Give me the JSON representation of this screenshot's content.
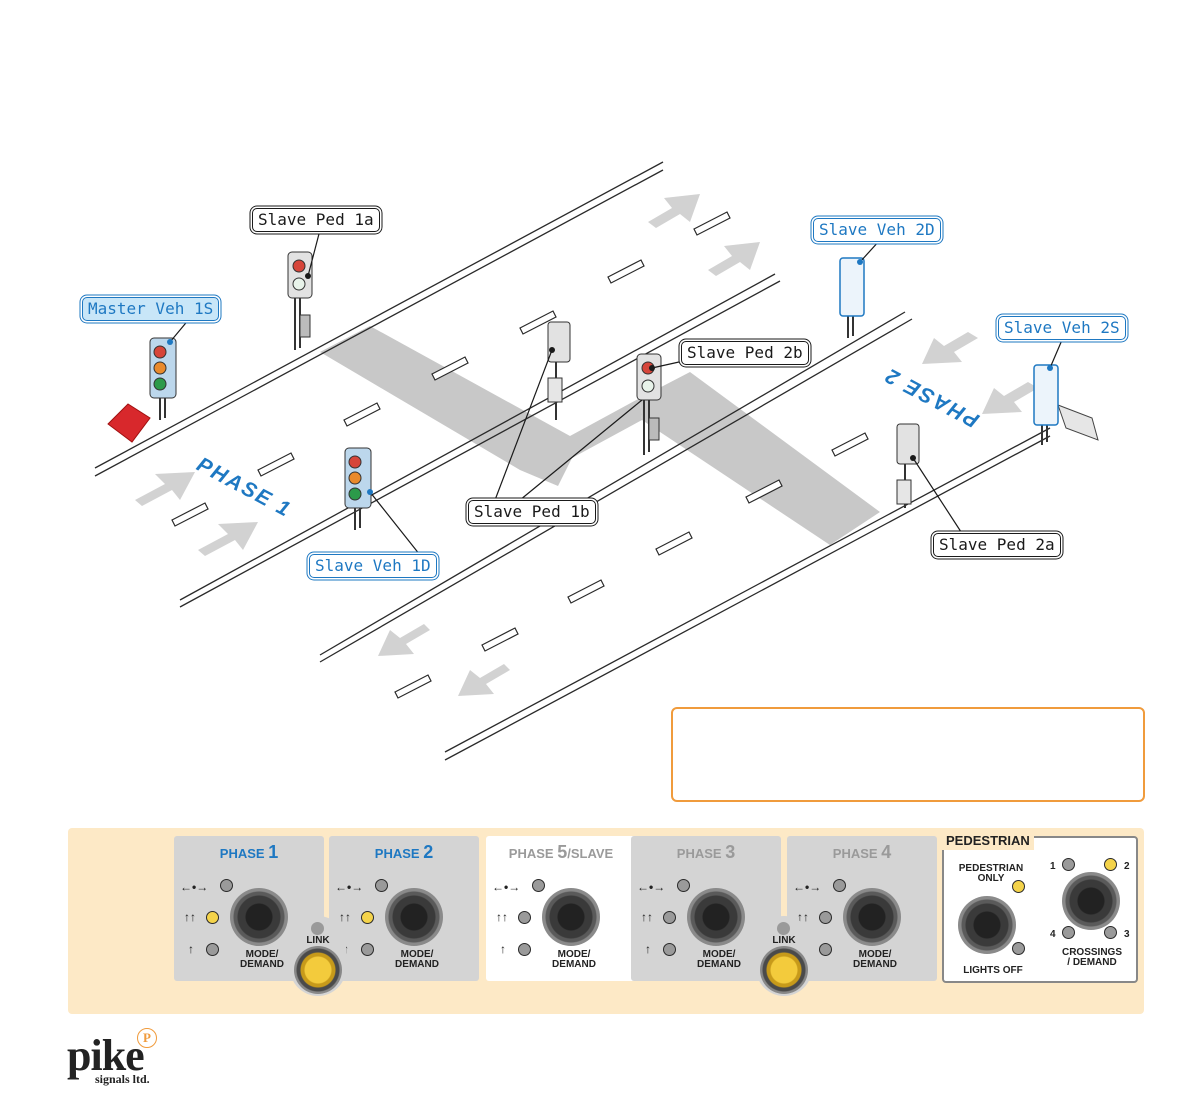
{
  "labels": {
    "slave_ped_1a": "Slave Ped 1a",
    "master_veh_1s": "Master Veh 1S",
    "slave_veh_2d": "Slave Veh 2D",
    "slave_veh_2s": "Slave Veh 2S",
    "slave_ped_2b": "Slave Ped 2b",
    "slave_ped_1b": "Slave Ped 1b",
    "slave_ped_2a": "Slave Ped 2a",
    "slave_veh_1d": "Slave Veh 1D"
  },
  "road_text": {
    "phase_1": "PHASE 1",
    "phase_2": "PHASE 2"
  },
  "panel": {
    "cards": [
      {
        "phase_word": "PHASE",
        "phase_num": "1",
        "suffix": "",
        "title_color": "#1e78c2",
        "active_led": 1,
        "mode_label": "MODE/",
        "demand_label": "DEMAND",
        "white": false
      },
      {
        "phase_word": "PHASE",
        "phase_num": "2",
        "suffix": "",
        "title_color": "#1e78c2",
        "active_led": 1,
        "mode_label": "MODE/",
        "demand_label": "DEMAND",
        "white": false
      },
      {
        "phase_word": "PHASE",
        "phase_num": "5",
        "suffix": "/SLAVE",
        "title_color": "#9a9a9a",
        "active_led": -1,
        "mode_label": "MODE/",
        "demand_label": "DEMAND",
        "white": true
      },
      {
        "phase_word": "PHASE",
        "phase_num": "3",
        "suffix": "",
        "title_color": "#9a9a9a",
        "active_led": -1,
        "mode_label": "MODE/",
        "demand_label": "DEMAND",
        "white": false
      },
      {
        "phase_word": "PHASE",
        "phase_num": "4",
        "suffix": "",
        "title_color": "#9a9a9a",
        "active_led": -1,
        "mode_label": "MODE/",
        "demand_label": "DEMAND",
        "white": false
      }
    ],
    "link_label": "LINK",
    "pedestrian": {
      "title": "PEDESTRIAN",
      "pedestrian_only": "PEDESTRIAN\nONLY",
      "lights_off": "LIGHTS OFF",
      "crossings_demand": "CROSSINGS\n/ DEMAND",
      "crossing_numbers": [
        "1",
        "2",
        "4",
        "3"
      ]
    }
  },
  "logo": {
    "name": "pike",
    "subtitle": "signals ltd.",
    "badge": "P"
  },
  "colors": {
    "accent_blue": "#1e78c2",
    "note_border": "#f09b3c",
    "panel_bg": "#fde9c6",
    "led_on": "#f4d34a"
  }
}
